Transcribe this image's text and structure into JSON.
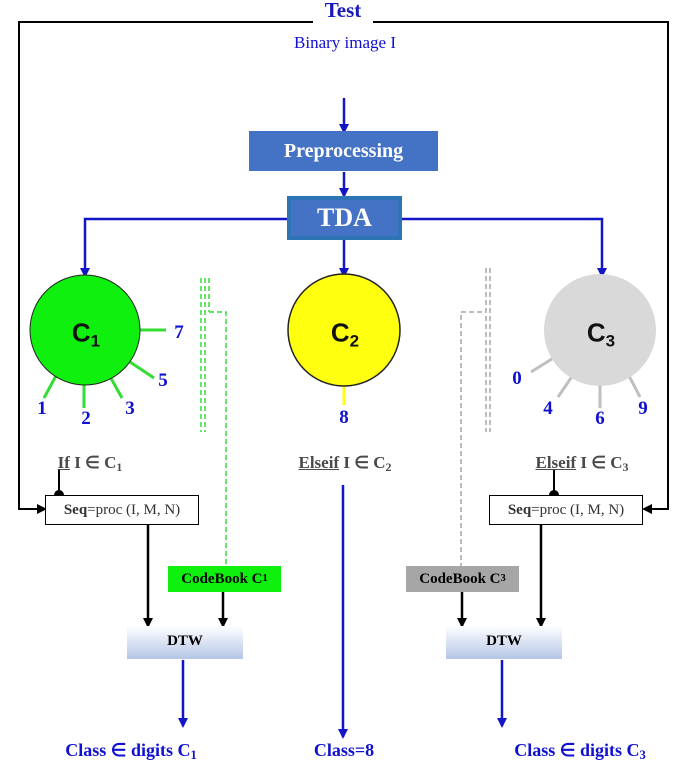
{
  "header": {
    "test_label": "Test",
    "input_label": "Binary image I"
  },
  "pipeline": {
    "preprocessing_label": "Preprocessing",
    "tda_label": "TDA"
  },
  "classes": [
    {
      "label": "C",
      "subscript": "1",
      "fill": "#0ff00f",
      "digits": [
        "7",
        "5",
        "1",
        "2",
        "3"
      ]
    },
    {
      "label": "C",
      "subscript": "2",
      "fill": "#ffff10",
      "digits": [
        "8"
      ]
    },
    {
      "label": "C",
      "subscript": "3",
      "fill": "#d9d9d9",
      "digits": [
        "0",
        "4",
        "6",
        "9"
      ]
    }
  ],
  "conditions": {
    "c1_keyword": "If",
    "c1_rest": " I ∈ C",
    "c1_sub": "1",
    "c2_keyword": "Elseif",
    "c2_rest": " I ∈ C",
    "c2_sub": "2",
    "c3_keyword": "Elseif",
    "c3_rest": " I ∈ C",
    "c3_sub": "3"
  },
  "seq": {
    "bold_part": "Seq",
    "rest": "=proc (I, M, N)"
  },
  "codebooks": [
    {
      "label": "CodeBook C",
      "subscript": "1",
      "fill": "#0ff00f"
    },
    {
      "label": "CodeBook C",
      "subscript": "3",
      "fill": "#a6a6a6"
    }
  ],
  "dtw_label": "DTW",
  "outputs": {
    "c1_text": "Class ∈ digits C",
    "c1_sub": "1",
    "c2_text": "Class=8",
    "c3_text": "Class ∈ digits C",
    "c3_sub": "3"
  },
  "colors": {
    "arrow_blue": "#1515c8",
    "box_blue": "#4472c4",
    "box_border": "#2e74b5",
    "ray_green": "#33dd33",
    "ray_yellow": "#ffff10",
    "ray_grey": "#bfbfbf",
    "dtw_gradient_top": "#ffffff",
    "dtw_gradient_bottom": "#b4c6e7"
  }
}
